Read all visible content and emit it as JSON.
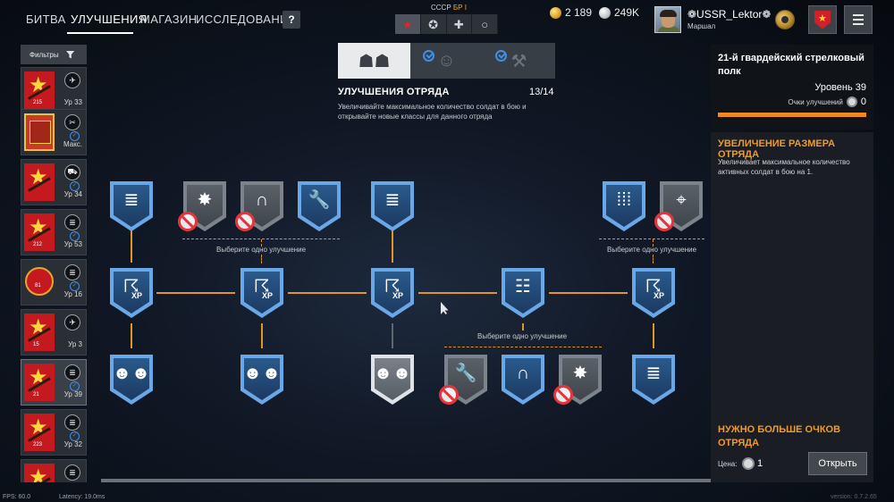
{
  "nav": {
    "items": [
      "БИТВА",
      "УЛУЧШЕНИЯ",
      "МАГАЗИН",
      "ИССЛЕДОВАНИЯ"
    ],
    "active": "УЛУЧШЕНИЯ",
    "help_label": "?"
  },
  "nation": {
    "country": "СССР",
    "br": "БР I"
  },
  "modes": [
    {
      "icon": "★",
      "name": "star-mode-icon"
    },
    {
      "icon": "✪",
      "name": "badge-mode-icon"
    },
    {
      "icon": "✚",
      "name": "cross-mode-icon"
    },
    {
      "icon": "○",
      "name": "circle-mode-icon"
    }
  ],
  "currency": {
    "gold": "2 189",
    "silver": "249K"
  },
  "player": {
    "name": "❁USSR_Lektor❁",
    "rank": "Маршал"
  },
  "sidebar": {
    "filter_label": "Фильтры",
    "squads": [
      {
        "emblem": "star",
        "num": "215",
        "type_icon": "✈",
        "checked": false,
        "level": "Ур 33",
        "selected": false
      },
      {
        "emblem": "heraldic",
        "num": "",
        "type_icon": "✂",
        "checked": true,
        "level": "Макс.",
        "selected": false
      },
      {
        "emblem": "star",
        "num": "",
        "type_icon": "⛟",
        "checked": true,
        "level": "Ур 34",
        "selected": false
      },
      {
        "emblem": "star",
        "num": "212",
        "type_icon": "≣",
        "checked": true,
        "level": "Ур 53",
        "selected": false
      },
      {
        "emblem": "round",
        "num": "81",
        "type_icon": "≣",
        "checked": true,
        "level": "Ур 16",
        "selected": false
      },
      {
        "emblem": "star",
        "num": "15",
        "type_icon": "✈",
        "checked": false,
        "level": "Ур 3",
        "selected": false
      },
      {
        "emblem": "star",
        "num": "21",
        "type_icon": "≣",
        "checked": true,
        "level": "Ур 39",
        "selected": true
      },
      {
        "emblem": "star",
        "num": "223",
        "type_icon": "≣",
        "checked": true,
        "level": "Ур 32",
        "selected": false
      },
      {
        "emblem": "star",
        "num": "",
        "type_icon": "≣",
        "checked": false,
        "level": "",
        "selected": false
      }
    ]
  },
  "tree": {
    "tabs": [
      {
        "icon": "squad",
        "active": true,
        "checked": false
      },
      {
        "icon": "soldier",
        "active": false,
        "checked": true
      },
      {
        "icon": "weapon",
        "active": false,
        "checked": true
      }
    ],
    "title": "УЛУЧШЕНИЯ ОТРЯДА",
    "count": "13/14",
    "description": "Увеличивайте максимальное количество солдат в бою и открывайте новые классы для данного отряда",
    "choice_label": "Выберите одно улучшение",
    "nodes": [
      {
        "id": "n-list-1",
        "state": "blue",
        "icon": "list-icon",
        "glyph": "≣",
        "banned": false
      },
      {
        "id": "n-explosion-1",
        "state": "gray",
        "icon": "explosion-icon",
        "glyph": "✸",
        "banned": true
      },
      {
        "id": "n-headset-1",
        "state": "gray",
        "icon": "headset-icon",
        "glyph": "∩",
        "banned": true
      },
      {
        "id": "n-wrench-1",
        "state": "blue",
        "icon": "wrench-icon",
        "glyph": "🔧",
        "banned": false
      },
      {
        "id": "n-list-2",
        "state": "blue",
        "icon": "list-icon",
        "glyph": "≣",
        "banned": false
      },
      {
        "id": "n-ammo",
        "state": "blue",
        "icon": "ammo-icon",
        "glyph": "⁞⁞⁞",
        "banned": false
      },
      {
        "id": "n-crosshair",
        "state": "gray",
        "icon": "crosshair-icon",
        "glyph": "⌖",
        "banned": true
      },
      {
        "id": "n-xp-1",
        "state": "blue",
        "icon": "xp-icon",
        "glyph": "☈",
        "banned": false,
        "xp": "XP"
      },
      {
        "id": "n-xp-2",
        "state": "blue",
        "icon": "xp-icon",
        "glyph": "☈",
        "banned": false,
        "xp": "XP"
      },
      {
        "id": "n-xp-3",
        "state": "blue",
        "icon": "xp-icon",
        "glyph": "☈",
        "banned": false,
        "xp": "XP"
      },
      {
        "id": "n-squad-big",
        "state": "blue",
        "icon": "squad-size-icon",
        "glyph": "☷",
        "banned": false
      },
      {
        "id": "n-xp-4",
        "state": "blue",
        "icon": "xp-icon",
        "glyph": "☈",
        "banned": false,
        "xp": "XP"
      },
      {
        "id": "n-group-1",
        "state": "blue",
        "icon": "group-icon",
        "glyph": "☻☻",
        "banned": false
      },
      {
        "id": "n-group-2",
        "state": "blue",
        "icon": "group-icon",
        "glyph": "☻☻",
        "banned": false
      },
      {
        "id": "n-group-selected",
        "state": "selected",
        "icon": "group-icon",
        "glyph": "☻☻",
        "banned": false
      },
      {
        "id": "n-wrench-2",
        "state": "gray",
        "icon": "wrench-icon",
        "glyph": "🔧",
        "banned": true
      },
      {
        "id": "n-headset-2",
        "state": "blue",
        "icon": "headset-icon",
        "glyph": "∩",
        "banned": false
      },
      {
        "id": "n-explosion-2",
        "state": "gray",
        "icon": "explosion-icon",
        "glyph": "✸",
        "banned": true
      },
      {
        "id": "n-list-3",
        "state": "blue",
        "icon": "list-icon",
        "glyph": "≣",
        "banned": false
      }
    ]
  },
  "right_panel": {
    "squad_name": "21-й гвардейский стрелковый полк",
    "level": "Уровень 39",
    "points_label": "Очки улучшений",
    "points_value": "0",
    "upgrade_title": "УВЕЛИЧЕНИЕ РАЗМЕРА ОТРЯДА",
    "upgrade_desc": "Увеличивает максимальное количество активных солдат в бою на 1.",
    "need_more": "НУЖНО БОЛЬШЕ ОЧКОВ ОТРЯДА",
    "price_label": "Цена:",
    "price_value": "1",
    "open_label": "Открыть"
  },
  "debug": {
    "fps": "FPS: 60.0",
    "latency": "Latency: 19.0ms",
    "version": "version: 0.7.2.65"
  },
  "colors": {
    "accent_orange": "#e0952a",
    "upgrade_blue": "#6aa7e6",
    "ban_red": "#e5343c"
  }
}
